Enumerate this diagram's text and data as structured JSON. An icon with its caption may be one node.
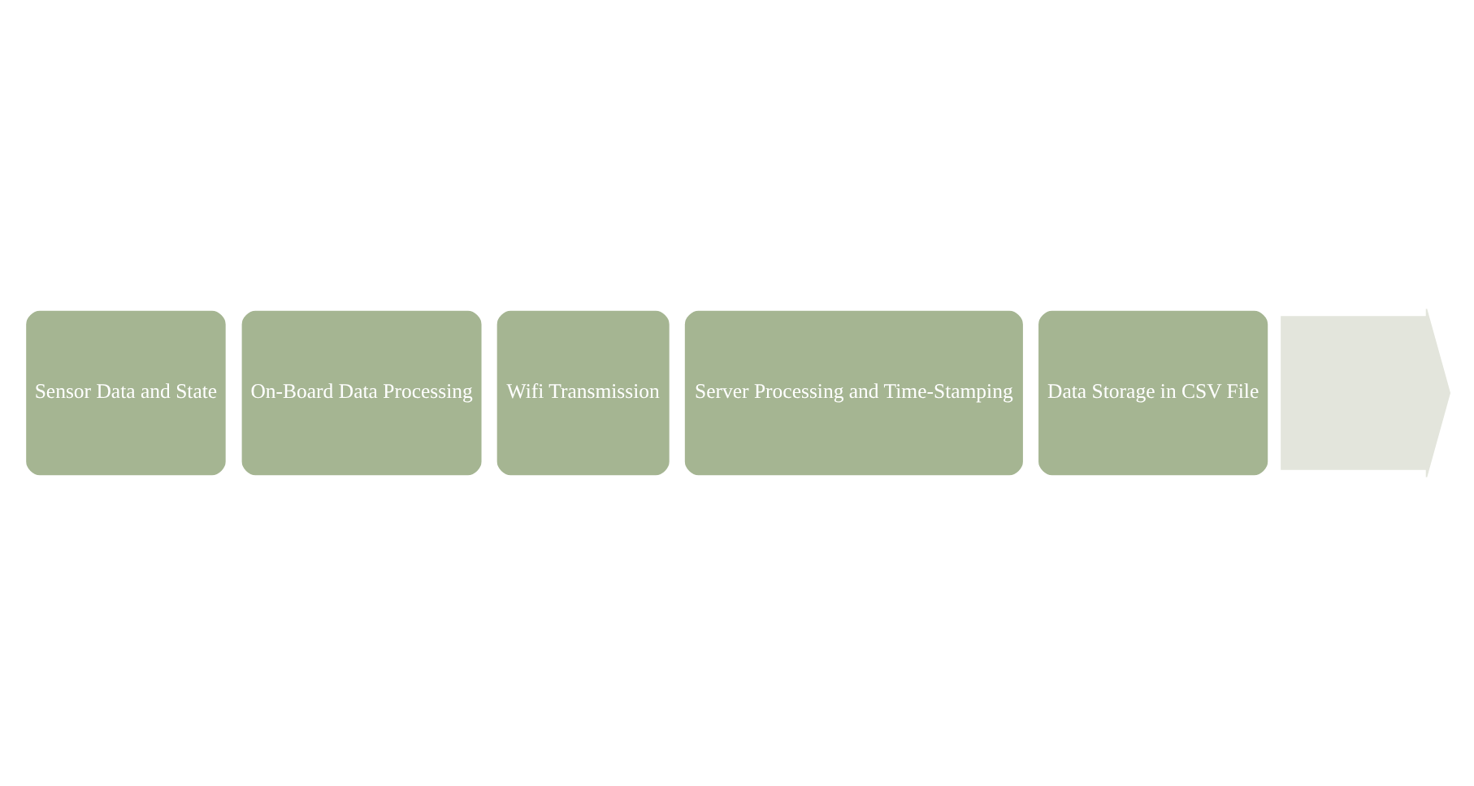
{
  "diagram": {
    "nodes": [
      {
        "text": [],
        "shape": "arrow"
      },
      {
        "text": [
          "Sensor Data and State"
        ]
      },
      {
        "text": [
          "On-Board Data Processing"
        ]
      },
      {
        "text": [
          "Wifi Transmission"
        ]
      },
      {
        "text": [
          "Server Processing and Time-Stamping"
        ]
      },
      {
        "text": [
          "Data Storage in CSV File"
        ]
      }
    ],
    "edges": []
  }
}
